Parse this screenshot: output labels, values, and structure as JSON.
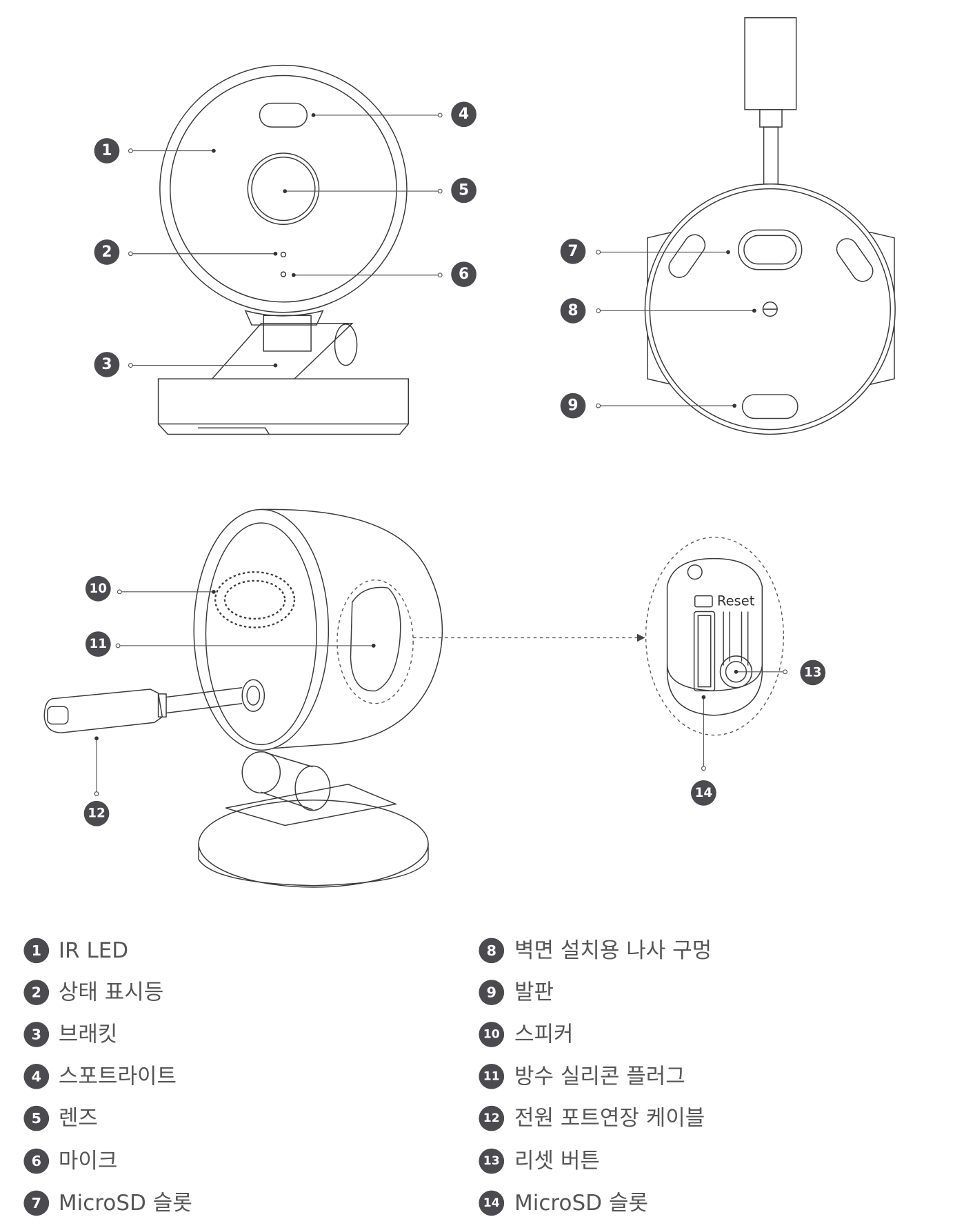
{
  "items": [
    {
      "num": "1",
      "label": "IR LED"
    },
    {
      "num": "2",
      "label": "상태 표시등"
    },
    {
      "num": "3",
      "label": "브래킷"
    },
    {
      "num": "4",
      "label": "스포트라이트"
    },
    {
      "num": "5",
      "label": "렌즈"
    },
    {
      "num": "6",
      "label": "마이크"
    },
    {
      "num": "7",
      "label": "MicroSD 슬롯"
    },
    {
      "num": "8",
      "label": "벽면 설치용 나사 구멍"
    },
    {
      "num": "9",
      "label": "발판"
    },
    {
      "num": "10",
      "label": "스피커"
    },
    {
      "num": "11",
      "label": "방수 실리콘 플러그"
    },
    {
      "num": "12",
      "label": "전원 포트연장 케이블"
    },
    {
      "num": "13",
      "label": "리셋 버튼"
    },
    {
      "num": "14",
      "label": "MicroSD 슬롯"
    }
  ],
  "detail": {
    "reset_label": "Reset"
  },
  "colors": {
    "badge": "#4a4a4f",
    "line": "#3a3a3a",
    "text": "#555555"
  }
}
